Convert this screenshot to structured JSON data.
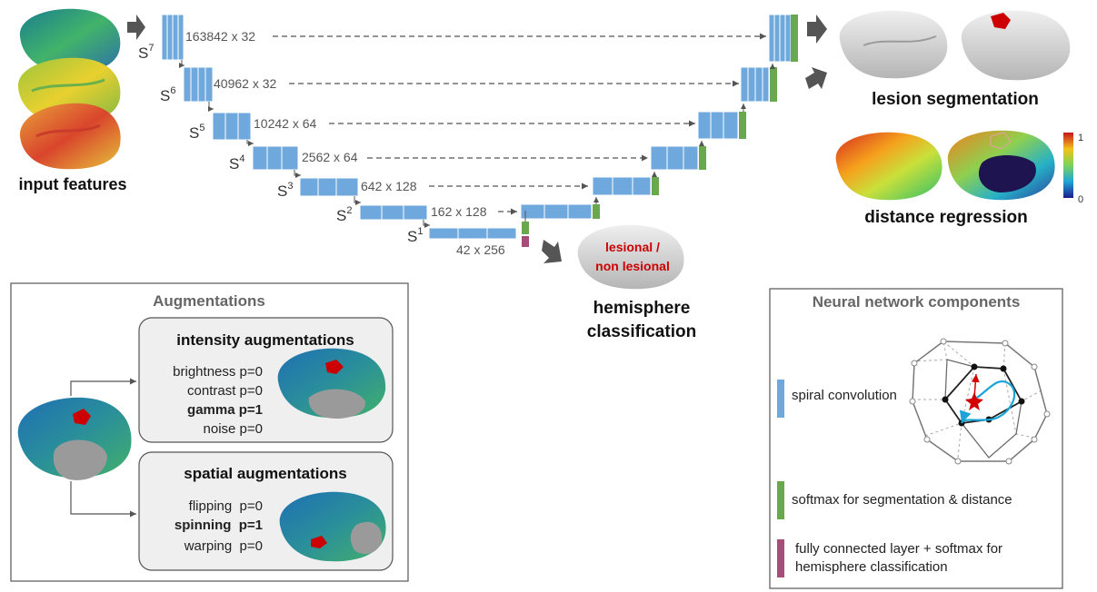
{
  "input": {
    "label": "input features"
  },
  "levels": [
    {
      "s": "S",
      "sup": "7",
      "size": "163842 x 32"
    },
    {
      "s": "S",
      "sup": "6",
      "size": "40962 x 32"
    },
    {
      "s": "S",
      "sup": "5",
      "size": "10242 x 64"
    },
    {
      "s": "S",
      "sup": "4",
      "size": "2562 x 64"
    },
    {
      "s": "S",
      "sup": "3",
      "size": "642 x 128"
    },
    {
      "s": "S",
      "sup": "2",
      "size": "162 x 128"
    },
    {
      "s": "S",
      "sup": "1",
      "size": "42 x 256"
    }
  ],
  "outputs": {
    "segmentation": "lesion segmentation",
    "regression": "distance regression",
    "colorbar_max": "1",
    "colorbar_min": "0",
    "classification": "hemisphere classification",
    "classification_line1": "hemisphere",
    "classification_line2": "classification",
    "lesional_line1": "lesional /",
    "lesional_line2": "non lesional"
  },
  "augmentations": {
    "title": "Augmentations",
    "intensity": {
      "title": "intensity augmentations",
      "items": [
        "brightness p=0",
        "contrast p=0",
        "gamma p=1",
        "noise p=0"
      ]
    },
    "spatial": {
      "title": "spatial augmentations",
      "items": [
        "flipping  p=0",
        "spinning  p=1",
        "warping  p=0"
      ]
    }
  },
  "components": {
    "title": "Neural network components",
    "items": [
      {
        "label": "spiral convolution",
        "color": "#6fa8dc"
      },
      {
        "label": "softmax for segmentation & distance",
        "color": "#6aa84f"
      },
      {
        "label": "fully connected layer + softmax for",
        "label2": "hemisphere classification",
        "color": "#a64d79"
      }
    ]
  },
  "colors": {
    "conv": "#6fa8dc",
    "softmax": "#6aa84f",
    "fc": "#a64d79",
    "lesion": "#cc0000"
  }
}
